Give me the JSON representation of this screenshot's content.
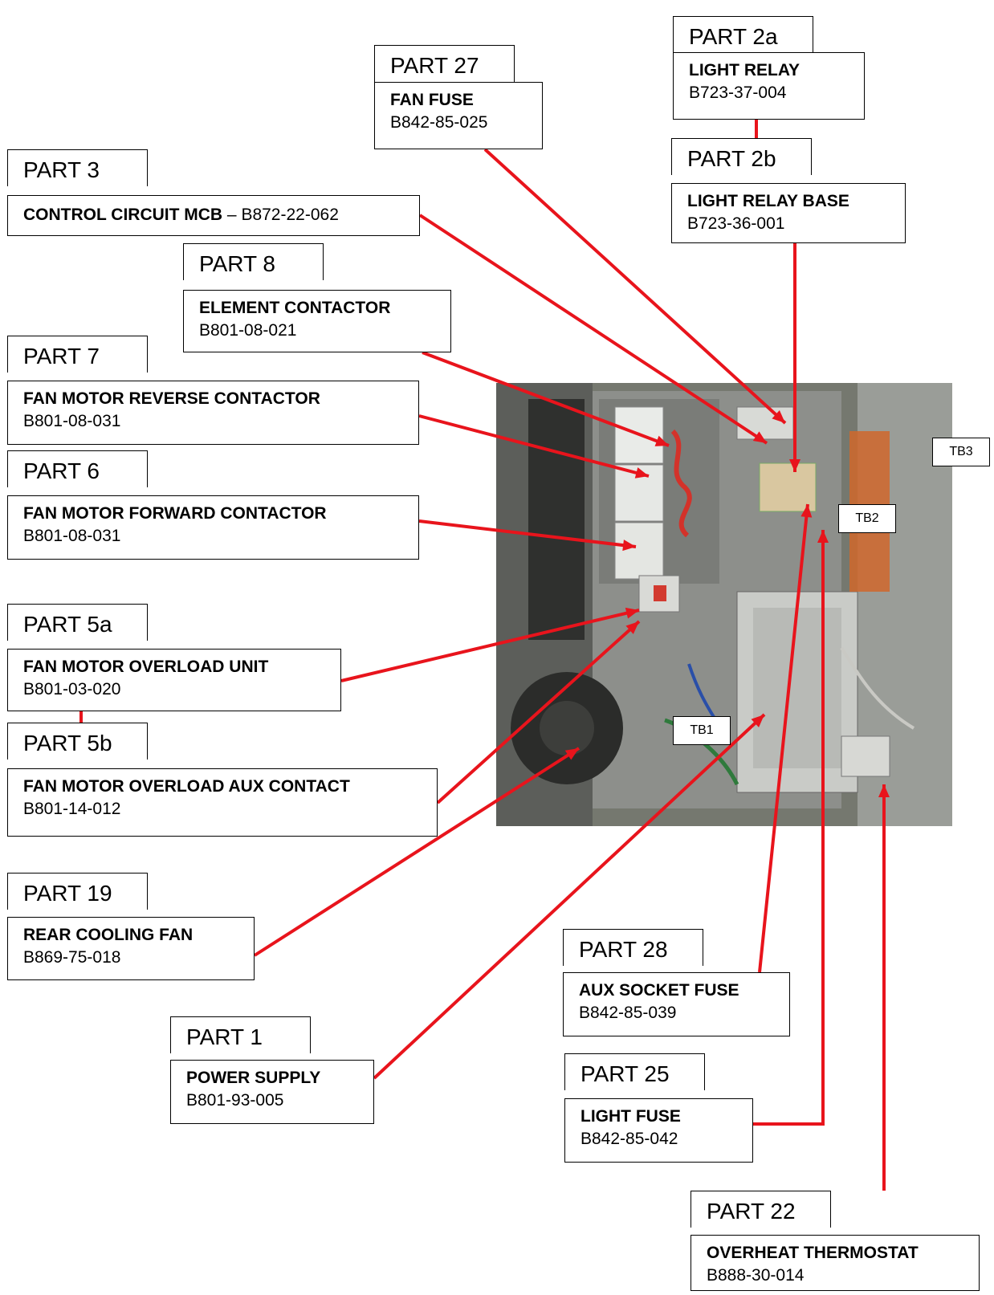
{
  "parts": [
    {
      "id": "p2a",
      "label": "PART 2a",
      "name": "LIGHT RELAY",
      "code": "B723-37-004"
    },
    {
      "id": "p2b",
      "label": "PART 2b",
      "name": "LIGHT RELAY BASE",
      "code": "B723-36-001"
    },
    {
      "id": "p27",
      "label": "PART 27",
      "name": "FAN FUSE",
      "code": "B842-85-025"
    },
    {
      "id": "p3",
      "label": "PART 3",
      "name": "CONTROL CIRCUIT MCB",
      "code": " – B872-22-062"
    },
    {
      "id": "p8",
      "label": "PART 8",
      "name": "ELEMENT CONTACTOR",
      "code": "B801-08-021"
    },
    {
      "id": "p7",
      "label": "PART 7",
      "name": "FAN MOTOR REVERSE CONTACTOR",
      "code": "B801-08-031"
    },
    {
      "id": "p6",
      "label": "PART 6",
      "name": "FAN MOTOR FORWARD CONTACTOR",
      "code": "B801-08-031"
    },
    {
      "id": "p5a",
      "label": "PART 5a",
      "name": "FAN MOTOR OVERLOAD UNIT",
      "code": "B801-03-020"
    },
    {
      "id": "p5b",
      "label": "PART 5b",
      "name": "FAN MOTOR OVERLOAD AUX CONTACT",
      "code": "B801-14-012"
    },
    {
      "id": "p19",
      "label": "PART 19",
      "name": "REAR COOLING FAN",
      "code": "B869-75-018"
    },
    {
      "id": "p1",
      "label": "PART 1",
      "name": "POWER SUPPLY",
      "code": "B801-93-005"
    },
    {
      "id": "p28",
      "label": "PART 28",
      "name": "AUX SOCKET FUSE",
      "code": "B842-85-039"
    },
    {
      "id": "p25",
      "label": "PART 25",
      "name": "LIGHT FUSE",
      "code": "B842-85-042"
    },
    {
      "id": "p22",
      "label": "PART 22",
      "name": "OVERHEAT THERMOSTAT",
      "code": "B888-30-014"
    }
  ],
  "terminal_blocks": [
    "TB1",
    "TB2",
    "TB3"
  ],
  "colors": {
    "leader": "#e8141c"
  }
}
